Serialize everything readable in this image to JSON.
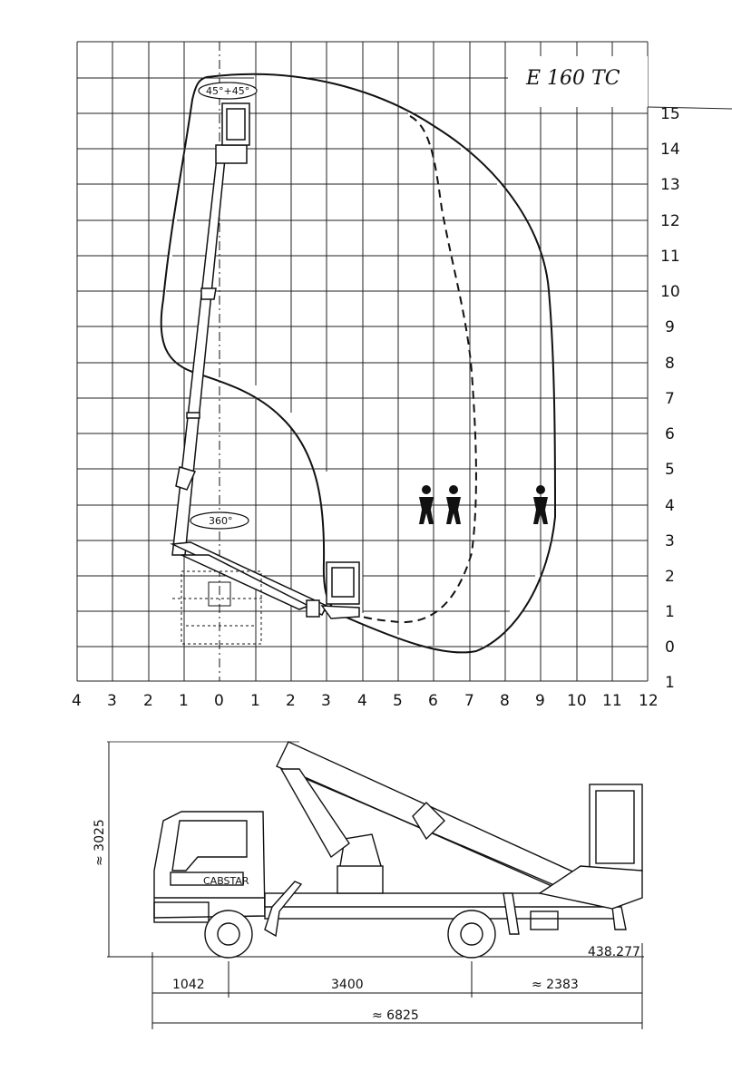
{
  "diagram": {
    "model_label": "E 160 TC",
    "y_axis_ticks": [
      "15",
      "14",
      "13",
      "12",
      "11",
      "10",
      "9",
      "8",
      "7",
      "6",
      "5",
      "4",
      "3",
      "2",
      "1",
      "0",
      "1"
    ],
    "x_axis_ticks": [
      "4",
      "3",
      "2",
      "1",
      "0",
      "1",
      "2",
      "3",
      "4",
      "5",
      "6",
      "7",
      "8",
      "9",
      "10",
      "11",
      "12"
    ],
    "rotation_basket": "45°+45°",
    "rotation_turret": "360°"
  },
  "truck": {
    "height_label": "≈ 3025",
    "cab_badge": "CABSTAR",
    "drawing_number": "438.277",
    "dim_front": "1042",
    "dim_wheelbase": "3400",
    "dim_rear": "≈ 2383",
    "dim_total": "≈ 6825"
  }
}
